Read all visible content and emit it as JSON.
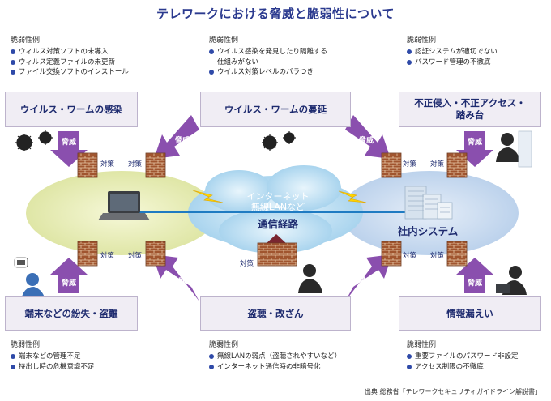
{
  "title": "テレワークにおける脅威と脆弱性について",
  "vuln_heading": "脆弱性例",
  "top": [
    {
      "threat": "ウイルス・ワームの感染",
      "vulns": [
        "ウィルス対策ソフトの未導入",
        "ウィルス定義ファイルの未更新",
        "ファイル交換ソフトのインストール"
      ]
    },
    {
      "threat": "ウイルス・ワームの蔓延",
      "vulns": [
        "ウイルス感染を発見したり隔離する",
        "ウイルス対策レベルのバラつき"
      ],
      "vuln_continuation": "仕組みがない"
    },
    {
      "threat_line1": "不正侵入・不正アクセス・",
      "threat_line2": "踏み台",
      "vulns": [
        "認証システムが適切でない",
        "パスワード管理の不徹底"
      ]
    }
  ],
  "bottom": [
    {
      "threat": "端末などの紛失・盗難",
      "vulns": [
        "端末などの管理不足",
        "持出し時の危機意識不足"
      ]
    },
    {
      "threat": "盗聴・改ざん",
      "vulns": [
        "無線LANの弱点（盗聴されやすいなど）",
        "インターネット通信時の非暗号化"
      ]
    },
    {
      "threat": "情報漏えい",
      "vulns": [
        "重要ファイルのパスワード非設定",
        "アクセス制限の不徹底"
      ]
    }
  ],
  "labels": {
    "threat": "脅威",
    "countermeasure": "対策",
    "internet_line1": "インターネット",
    "internet_line2": "無線LANなど",
    "route": "通信経路",
    "company": "社内システム"
  },
  "source": "出典 総務省「テレワークセキュリティガイドライン解説書」",
  "colors": {
    "arrow": "#8a4fae",
    "title": "#2b3a8f",
    "bullet": "#2f4aa8",
    "left_ellipse": "#e8edb8",
    "center_cloud": "#bfe0f2",
    "right_ellipse": "#cfe0f1",
    "lightning": "#ffd400",
    "wall": "#9b5230"
  }
}
